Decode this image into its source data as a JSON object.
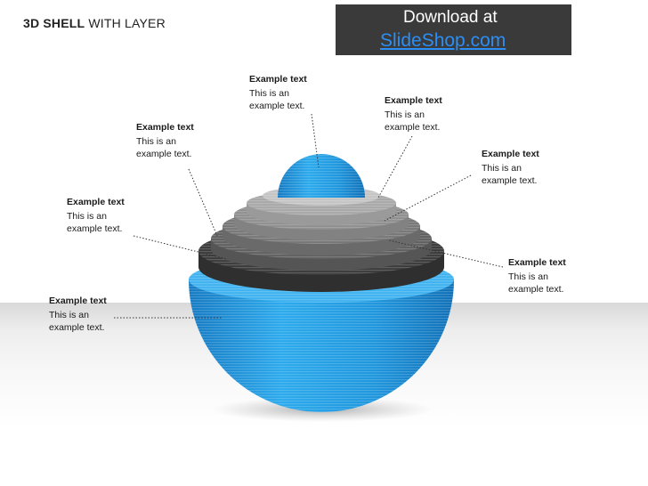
{
  "title": {
    "bold": "3D SHELL",
    "rest": " WITH LAYER"
  },
  "banner": {
    "line1": "Download at",
    "line2": "SlideShop.com"
  },
  "callouts": [
    {
      "heading": "Example text",
      "body": "This is an example text."
    },
    {
      "heading": "Example text",
      "body": "This is an example text."
    },
    {
      "heading": "Example text",
      "body": "This is an example text."
    },
    {
      "heading": "Example text",
      "body": "This is an example text."
    },
    {
      "heading": "Example text",
      "body": "This is an example text."
    },
    {
      "heading": "Example text",
      "body": "This is an example text."
    },
    {
      "heading": "Example text",
      "body": "This is an example text."
    }
  ],
  "colors": {
    "core_blue": "#1f9be0",
    "layer_gray": "#6e6e6e",
    "banner_bg": "#3a3a3a",
    "link_blue": "#2b8ef5"
  }
}
